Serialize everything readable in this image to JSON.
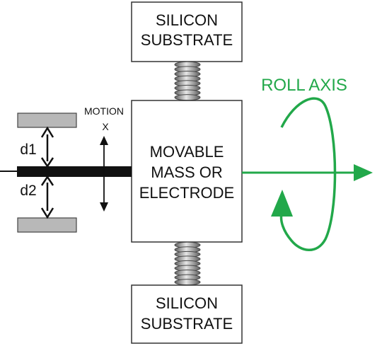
{
  "top_substrate": {
    "line1": "SILICON",
    "line2": "SUBSTRATE"
  },
  "bottom_substrate": {
    "line1": "SILICON",
    "line2": "SUBSTRATE"
  },
  "mass": {
    "line1": "MOVABLE",
    "line2": "MASS OR",
    "line3": "ELECTRODE"
  },
  "motion": {
    "label": "MOTION",
    "axis": "X"
  },
  "gaps": {
    "upper": "d1",
    "lower": "d2"
  },
  "roll": {
    "label": "ROLL AXIS"
  },
  "colors": {
    "green": "#22a84a",
    "plate_gray": "#b8b8b8",
    "outline": "#333333"
  }
}
